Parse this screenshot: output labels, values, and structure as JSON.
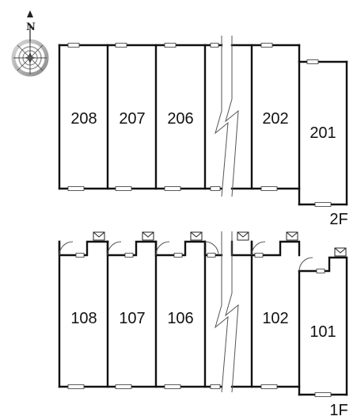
{
  "compass": {
    "north_label": "N"
  },
  "floor2": {
    "label": "2F",
    "units": [
      "208",
      "207",
      "206",
      "202",
      "201"
    ]
  },
  "floor1": {
    "label": "1F",
    "units": [
      "108",
      "107",
      "106",
      "102",
      "101"
    ]
  }
}
